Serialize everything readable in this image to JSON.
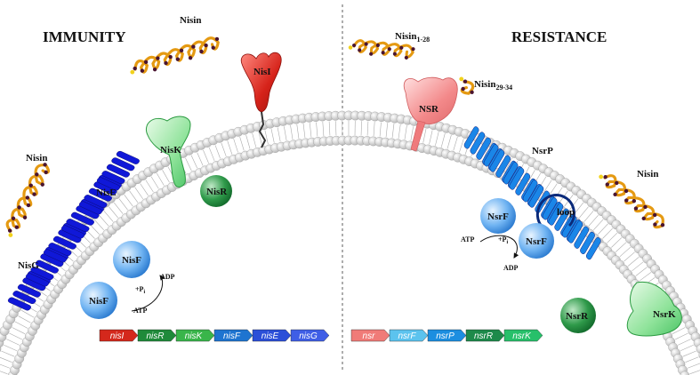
{
  "titles": {
    "left": "IMMUNITY",
    "right": "RESISTANCE"
  },
  "labels": {
    "nisin_top": "Nisin",
    "nisin_left": "Nisin",
    "nisin_right": "Nisin",
    "nisin_1_28": "Nisin",
    "nisin_1_28_sub": "1-28",
    "nisin_29_34": "Nisin",
    "nisin_29_34_sub": "29-34",
    "nisI": "NisI",
    "nisK": "NisK",
    "nisR": "NisR",
    "nisE": "NisE",
    "nisG": "NisG",
    "nisF_upper": "NisF",
    "nisF_lower": "NisF",
    "nsr": "NSR",
    "nsrP": "NsrP",
    "nsrF_left": "NsrF",
    "nsrF_right": "NsrF",
    "loop": "loop",
    "nsrR": "NsrR",
    "nsrK": "NsrK",
    "atp_left": "ATP",
    "adp_left": "ADP",
    "pi_left": "+P",
    "pi_left_sub": "i",
    "atp_right": "ATP",
    "adp_right": "ADP",
    "pi_right": "+P",
    "pi_right_sub": "i"
  },
  "genes": {
    "immunity": [
      "nisI",
      "nisR",
      "nisK",
      "nisF",
      "nisE",
      "nisG"
    ],
    "resistance": [
      "nsr",
      "nsrF",
      "nsrP",
      "nsrR",
      "nsrK"
    ]
  },
  "colors": {
    "nisI": "#d4281c",
    "nisR": "#1f8a3a",
    "nisK": "#39b54a",
    "nisF": "#1e74d0",
    "nisE": "#2b4fd8",
    "nisG": "#3f5ee6",
    "nsr": "#f07b78",
    "nsrF": "#5cc3ee",
    "nsrP": "#1c8ee0",
    "nsrR": "#1d8a4a",
    "nsrK": "#27c06a",
    "membrane_bead": "#e6e6e6",
    "transporter_left": "#1018d8",
    "transporter_right": "#1a86e8",
    "nisin_coil": "#e59a12",
    "nisin_bead": "#4a1530"
  }
}
